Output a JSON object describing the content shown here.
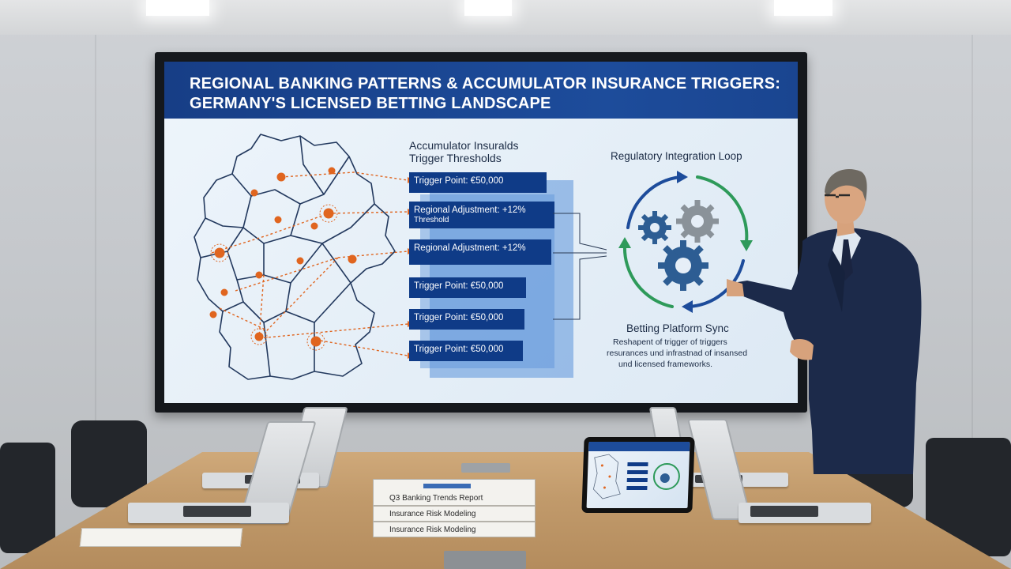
{
  "slide": {
    "title_line1": "REGIONAL BANKING PATTERNS & ACCUMULATOR INSURANCE TRIGGERS:",
    "title_line2": "GERMANY'S LICENSED BETTING LANDSCAPE",
    "thresholds_heading_line1": "Accumulator Insuralds",
    "thresholds_heading_line2": "Trigger Thresholds",
    "triggers": [
      {
        "label": "Trigger Point: €50,000",
        "sub": ""
      },
      {
        "label": "Regional Adjustment: +12%",
        "sub": "Threshold"
      },
      {
        "label": "Regional Adjustment: +12%",
        "sub": ""
      },
      {
        "label": "Trigger Point: €50,000",
        "sub": ""
      },
      {
        "label": "Trigger Point: €50,000",
        "sub": ""
      },
      {
        "label": "Trigger Point: €50,000",
        "sub": ""
      }
    ],
    "loop_heading": "Regulatory Integration Loop",
    "sync_heading": "Betting Platform Sync",
    "sync_text_line1": "Reshapent of trigger of triggers",
    "sync_text_line2": "resurances und infrastnad of insansed",
    "sync_text_line3": "und licensed frameworks."
  },
  "books": [
    {
      "label": "Q3 Banking Trends Report"
    },
    {
      "label": "Insurance Risk Modeling"
    },
    {
      "label": "Insurance Risk Modeling"
    }
  ],
  "colors": {
    "title_bar": "#1d4c9b",
    "trigger_box": "#0f3b87",
    "map_marker": "#e0651f",
    "loop_blue": "#1d4c9b",
    "loop_green": "#2e9a5a",
    "gear_blue": "#2d5d93",
    "gear_gray": "#8a9299",
    "suit": "#1c2a4a"
  }
}
